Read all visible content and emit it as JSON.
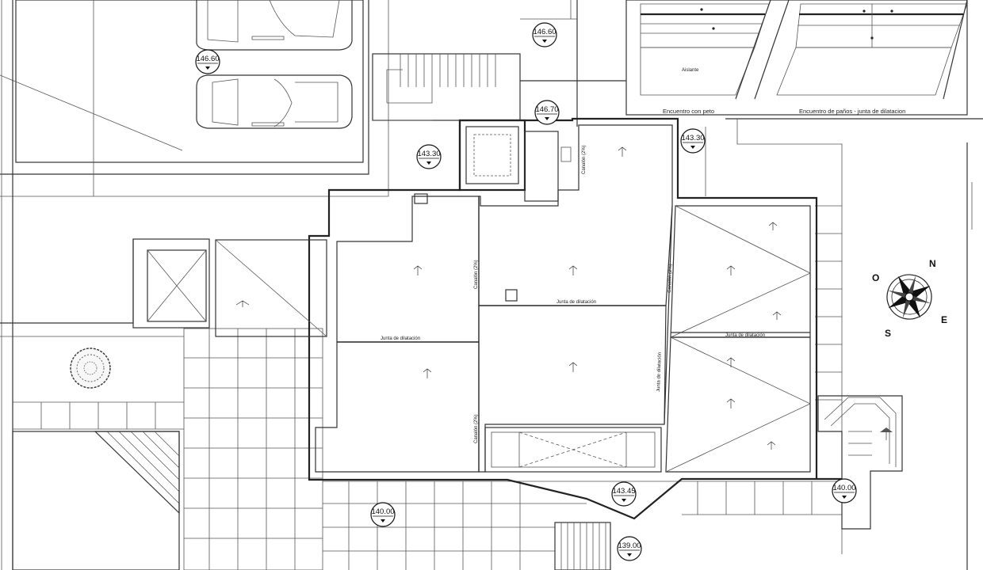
{
  "elevations": [
    {
      "id": "e1",
      "value": "146.60"
    },
    {
      "id": "e2",
      "value": "146.60"
    },
    {
      "id": "e3",
      "value": "146.70"
    },
    {
      "id": "e4",
      "value": "143.30"
    },
    {
      "id": "e5",
      "value": "143.30"
    },
    {
      "id": "e6",
      "value": "143.45"
    },
    {
      "id": "e7",
      "value": "140.00"
    },
    {
      "id": "e8",
      "value": "140.00"
    },
    {
      "id": "e9",
      "value": "139.00"
    }
  ],
  "details": {
    "left_caption": "Encuentro con peto",
    "right_caption": "Encuentro de paños - junta de dilatacion",
    "material_label": "Aislante"
  },
  "roof_labels": {
    "joint_1": "Junta de dilatación",
    "joint_2": "Junta de dilatación",
    "joint_3": "Junta de dilatación",
    "joint_4": "Junta de dilatación",
    "gutter_1": "Canalón (2%)",
    "gutter_2": "Canalón (2%)",
    "gutter_3": "Canalón (2%)",
    "gutter_4": "Canalón (2%)"
  },
  "compass": {
    "n": "N",
    "e": "E",
    "s": "S",
    "o": "O"
  }
}
